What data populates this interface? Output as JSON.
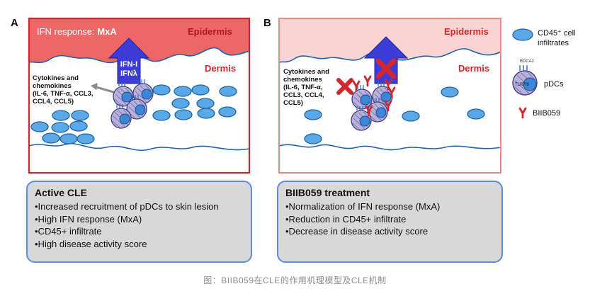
{
  "panelA": {
    "letter": "A",
    "ifn_prefix": "IFN response: ",
    "ifn_marker": "MxA",
    "epidermis": "Epidermis",
    "dermis": "Dermis",
    "arrow_line1": "IFN-I",
    "arrow_line2": "IFNλ",
    "cytokines": [
      "Cytokines and",
      "chemokines",
      "(IL-6, TNF-α, CCL3,",
      "CCL4, CCL5)"
    ],
    "box": {
      "title": "Active CLE",
      "lines": [
        "•Increased recruitment of pDCs to skin lesion",
        "•High IFN response (MxA)",
        "•CD45+ infiltrate",
        "•High disease activity score"
      ]
    }
  },
  "panelB": {
    "letter": "B",
    "epidermis": "Epidermis",
    "dermis": "Dermis",
    "cytokines": [
      "Cytokines and",
      "chemokines",
      "(IL-6, TNF-α,",
      "CCL3, CCL4,",
      "CCL5)"
    ],
    "box": {
      "title": "BIIB059 treatment",
      "lines": [
        "•Normalization of IFN response (MxA)",
        "•Reduction in CD45+ infiltrate",
        "•Decrease in disease activity score"
      ]
    }
  },
  "legend": {
    "cd45_line1": "CD45⁺ cell",
    "cd45_line2": "infiltrates",
    "pdc_receptor": "BDCA2",
    "pdc_inner": "TLR7/9",
    "pdc_label": "pDCs",
    "antibody_label": "BIIB059"
  },
  "caption": "图：BIIB059在CLE的作用机理模型及CLE机制",
  "colors": {
    "frame_red": "#d2262e",
    "frame_pink": "#e88a8a",
    "epidermis_dark": "#ee6767",
    "epidermis_light": "#f9d4d2",
    "label_red": "#d2262e",
    "arrow_blue": "#3c3cd6",
    "cell_blue": "#5aa8e6",
    "cell_edge": "#1f63a8",
    "box_border": "#5b8ed6",
    "box_fill": "#d8d8d8"
  },
  "icons": [
    "cd45-cell-icon",
    "pdc-cell-icon",
    "biib059-antibody-icon",
    "block-x-icon",
    "up-arrow-icon"
  ]
}
